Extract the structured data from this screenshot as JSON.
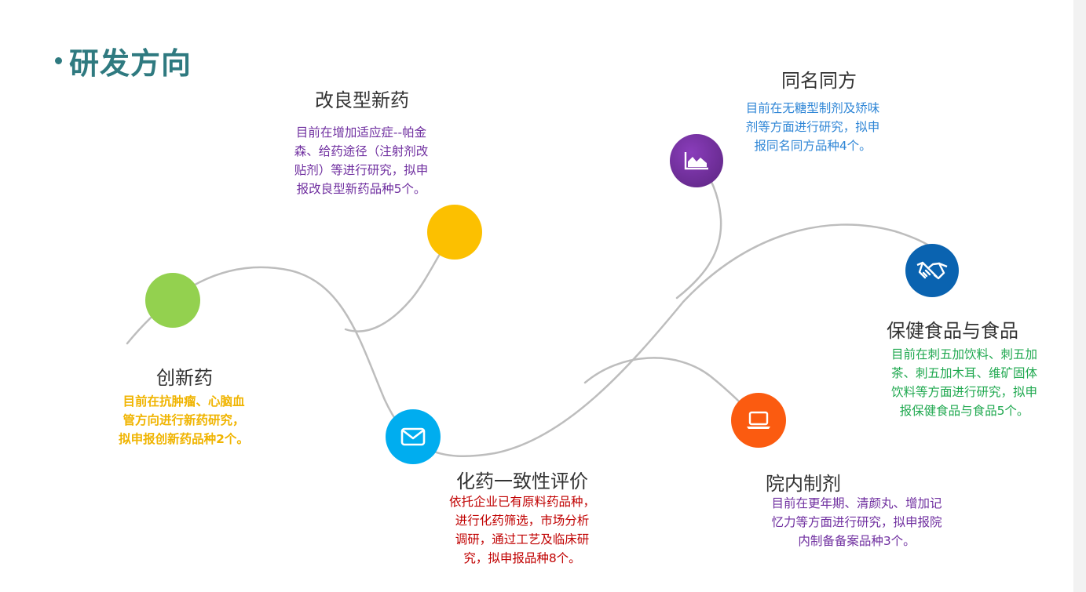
{
  "page": {
    "title": "研发方向"
  },
  "colors": {
    "title": "#2f7a80",
    "curve": "#bdbdbd",
    "innovative": "#93d14f",
    "improved": "#fcc000",
    "chemical": "#00adef",
    "same_name": "#6a2c91",
    "health": "#0a63b0",
    "hospital": "#fb5b10"
  },
  "nodes": {
    "innovative": {
      "title": "创新药",
      "desc": [
        "目前在抗肿瘤、心脑血",
        "管方向进行新药研究，",
        "拟申报创新药品种2个。"
      ],
      "color": "#f0b400"
    },
    "improved": {
      "title": "改良型新药",
      "desc": [
        "目前在增加适应症--帕金",
        "森、给药途径（注射剂改",
        "贴剂）等进行研究，拟申",
        "报改良型新药品种5个。"
      ],
      "color": "#7030a0"
    },
    "chemical": {
      "title": "化药一致性评价",
      "icon": "envelope-icon",
      "desc": [
        "依托企业已有原料药品种，",
        "进行化药筛选，市场分析",
        "调研，通过工艺及临床研",
        "究，拟申报品种8个。"
      ],
      "color": "#c00000"
    },
    "same_name": {
      "title": "同名同方",
      "icon": "area-chart-icon",
      "desc": [
        "目前在无糖型制剂及矫味",
        "剂等方面进行研究，拟申",
        "报同名同方品种4个。"
      ],
      "color": "#2f86d6"
    },
    "health": {
      "title": "保健食品与食品",
      "icon": "handshake-icon",
      "desc": [
        "目前在刺五加饮料、刺五加",
        "茶、刺五加木耳、维矿固体",
        "饮料等方面进行研究，拟申",
        "报保健食品与食品5个。"
      ],
      "color": "#1fa84f"
    },
    "hospital": {
      "title": "院内制剂",
      "icon": "laptop-icon",
      "desc": [
        "目前在更年期、清颜丸、增加记",
        "忆力等方面进行研究，拟申报院",
        "内制备备案品种3个。"
      ],
      "color": "#7030a0"
    }
  }
}
